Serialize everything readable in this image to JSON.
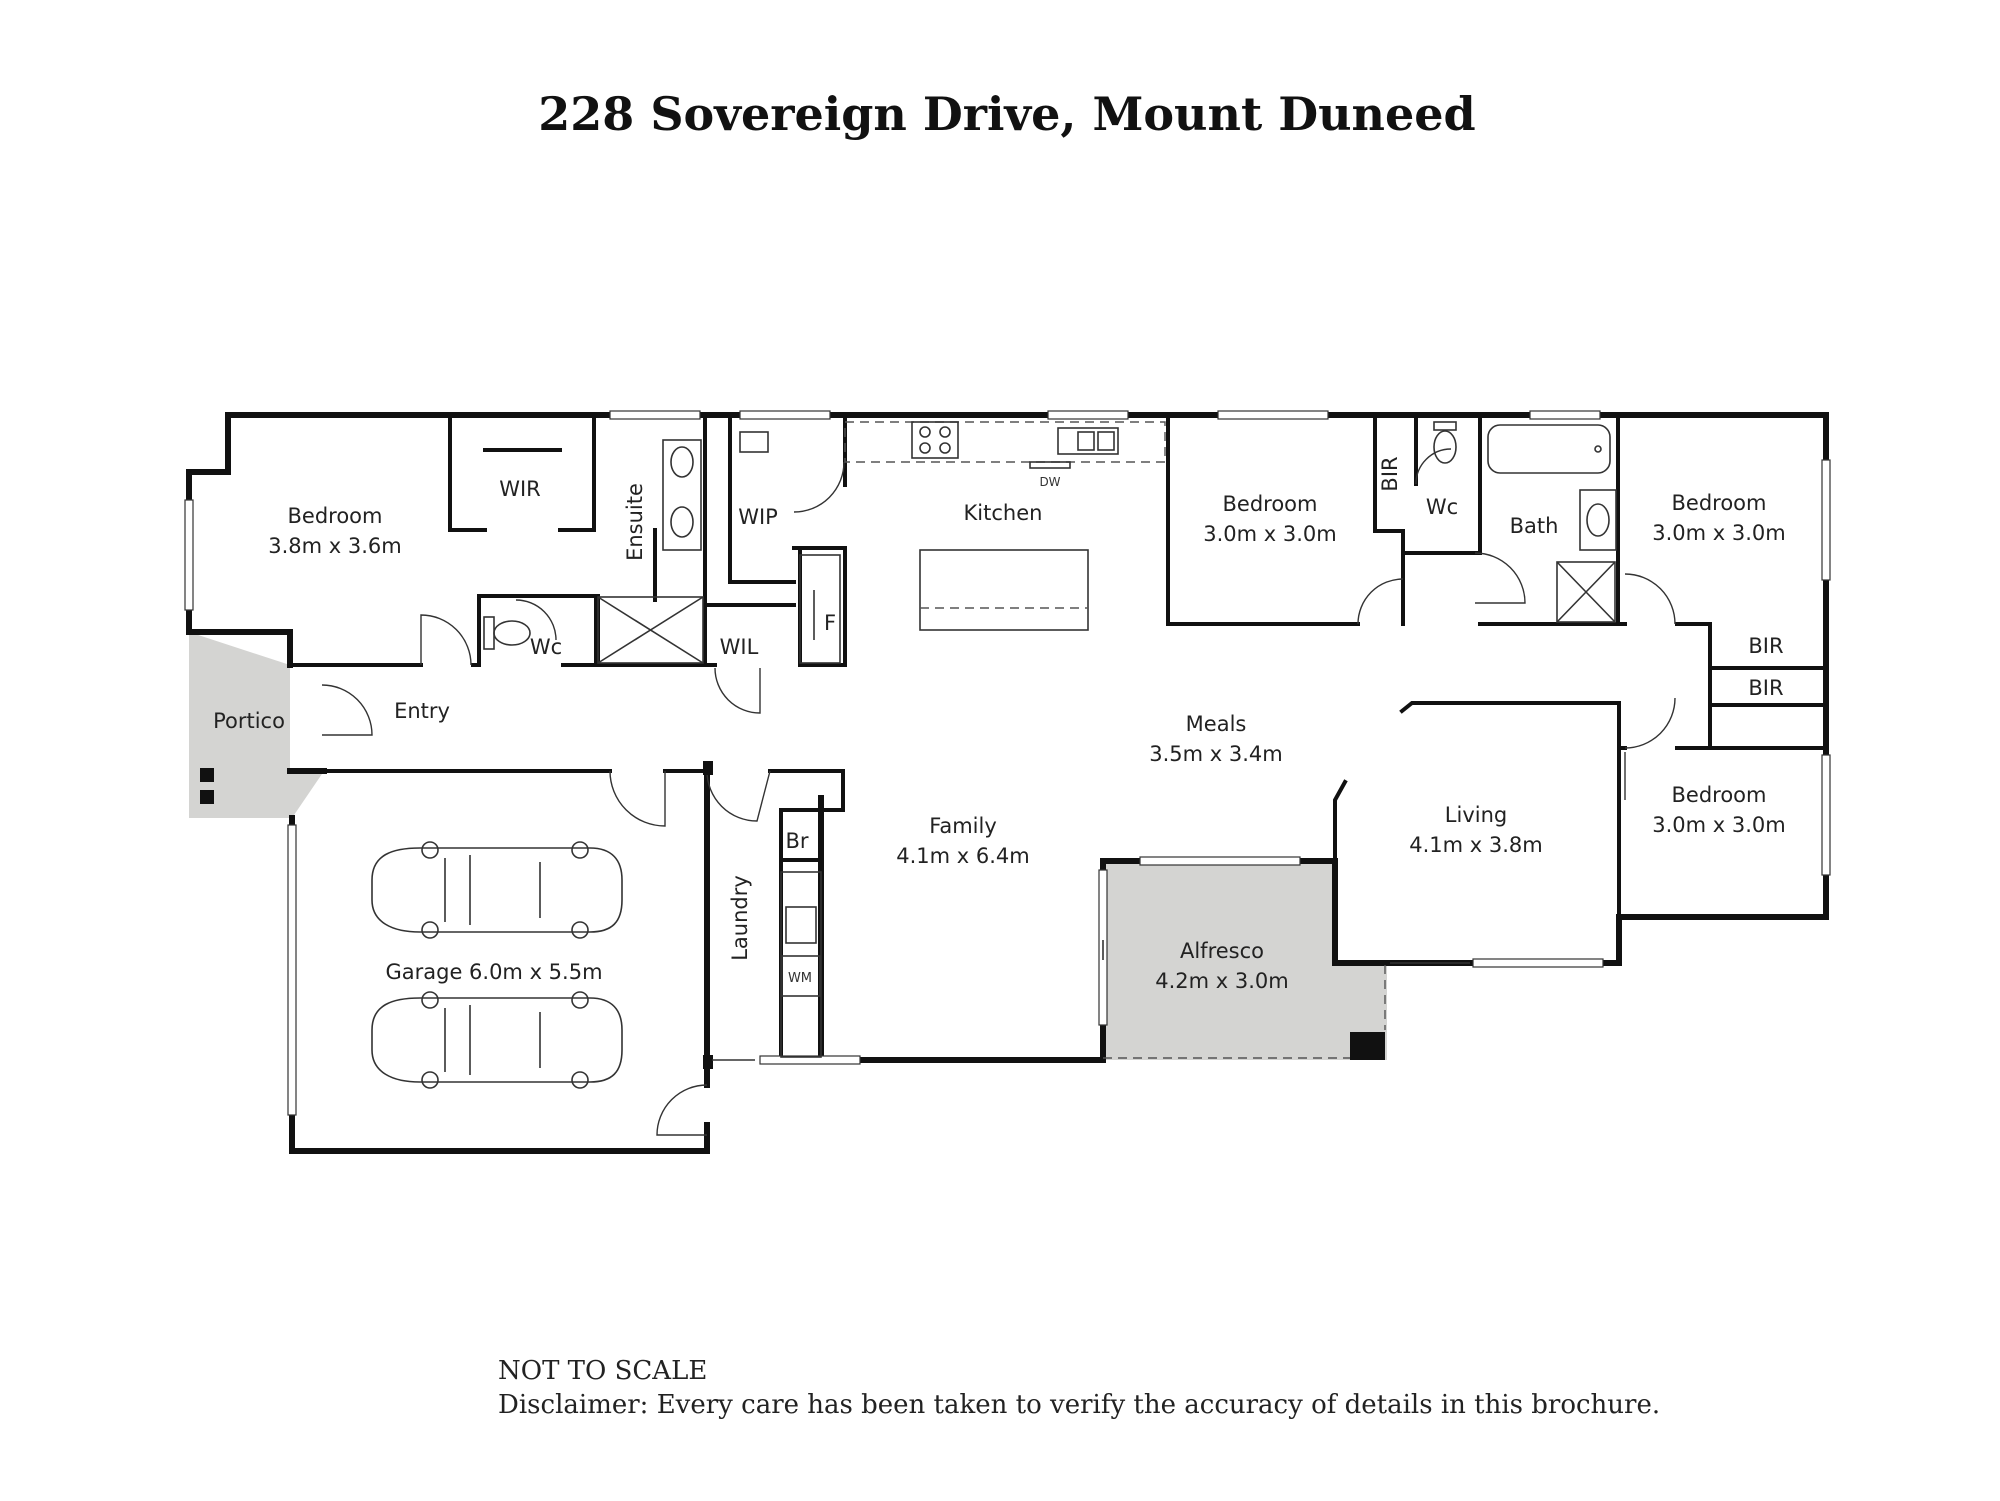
{
  "title": "228 Sovereign Drive, Mount Duneed",
  "rooms": {
    "bedroom1": {
      "name": "Bedroom",
      "size": "3.8m x 3.6m"
    },
    "wir": {
      "name": "WIR"
    },
    "ensuite": {
      "name": "Ensuite"
    },
    "wc1": {
      "name": "Wc"
    },
    "wip": {
      "name": "WIP"
    },
    "wil": {
      "name": "WIL"
    },
    "fridge": {
      "name": "F"
    },
    "kitchen": {
      "name": "Kitchen"
    },
    "dw": {
      "name": "DW"
    },
    "bedroom2": {
      "name": "Bedroom",
      "size": "3.0m x 3.0m"
    },
    "bir1": {
      "name": "BIR"
    },
    "wc2": {
      "name": "Wc"
    },
    "bath": {
      "name": "Bath"
    },
    "bedroom3": {
      "name": "Bedroom",
      "size": "3.0m x 3.0m"
    },
    "bir2": {
      "name": "BIR"
    },
    "bir3": {
      "name": "BIR"
    },
    "portico": {
      "name": "Portico"
    },
    "entry": {
      "name": "Entry"
    },
    "meals": {
      "name": "Meals",
      "size": "3.5m x 3.4m"
    },
    "family": {
      "name": "Family",
      "size": "4.1m x 6.4m"
    },
    "living": {
      "name": "Living",
      "size": "4.1m x 3.8m"
    },
    "bedroom4": {
      "name": "Bedroom",
      "size": "3.0m x 3.0m"
    },
    "br": {
      "name": "Br"
    },
    "laundry": {
      "name": "Laundry"
    },
    "wm": {
      "name": "WM"
    },
    "garage": {
      "name": "Garage 6.0m x 5.5m"
    },
    "alfresco": {
      "name": "Alfresco",
      "size": "4.2m x 3.0m"
    }
  },
  "footer": {
    "note": "NOT TO SCALE",
    "disclaimer": "Disclaimer: Every care has been taken to verify the accuracy of details in this brochure."
  },
  "colors": {
    "outdoor_fill": "#d4d4d2",
    "wall": "#111111",
    "background": "#ffffff"
  }
}
